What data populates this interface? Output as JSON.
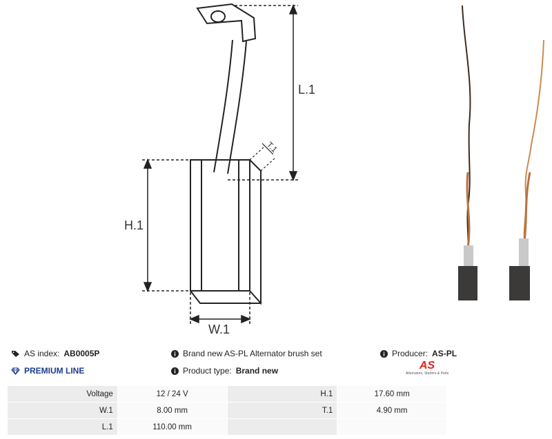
{
  "drawing": {
    "label_l1": "L.1",
    "label_h1": "H.1",
    "label_w1": "W.1",
    "label_t1": "T.1"
  },
  "info": {
    "index_label": "AS index:",
    "index_value": "AB0005P",
    "premium_label": "PREMIUM LINE",
    "description": "Brand new AS-PL Alternator brush set",
    "type_label": "Product type:",
    "type_value": "Brand new",
    "producer_label": "Producer:",
    "producer_value": "AS-PL"
  },
  "brand": {
    "logo": "AS",
    "tagline": "Alternators, Starters & Parts"
  },
  "specs": {
    "rows": [
      {
        "l1": "Voltage",
        "v1": "12 / 24 V",
        "l2": "H.1",
        "v2": "17.60 mm"
      },
      {
        "l1": "W.1",
        "v1": "8.00 mm",
        "l2": "T.1",
        "v2": "4.90 mm"
      },
      {
        "l1": "L.1",
        "v1": "110.00 mm",
        "l2": "",
        "v2": ""
      }
    ]
  },
  "colors": {
    "premium": "#1f3c8f",
    "brand_red": "#e2201c",
    "label_bg": "#ececec"
  }
}
